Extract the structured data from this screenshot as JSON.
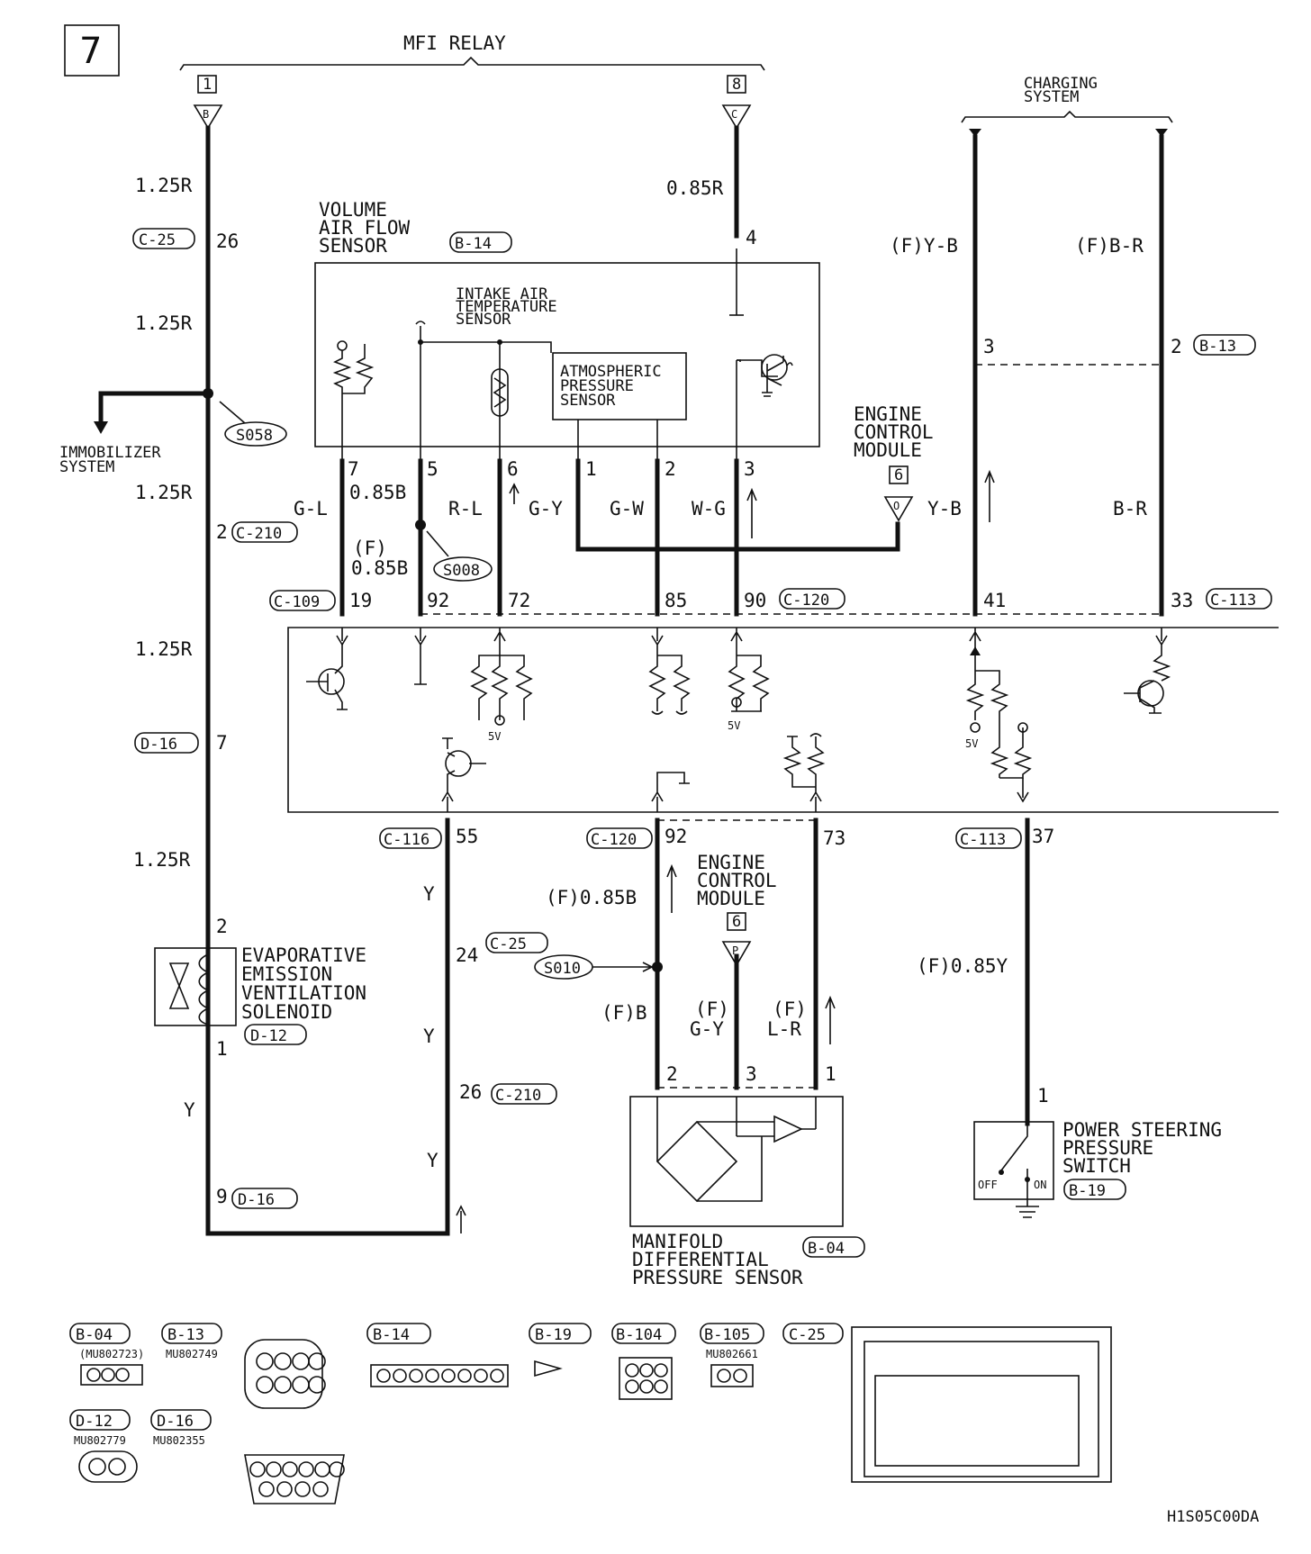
{
  "page": {
    "page_number": "7",
    "doc_code": "H1S05C00DA"
  },
  "headers": {
    "mfi_relay": "MFI RELAY",
    "mfi_pin1": "1",
    "mfi_pin8": "8",
    "mfi_pin_b": "B",
    "mfi_pin_c": "C",
    "charging_line1": "CHARGING",
    "charging_line2": "SYSTEM"
  },
  "wires": {
    "w_125r_1": "1.25R",
    "w_125r_2": "1.25R",
    "w_125r_3": "1.25R",
    "w_125r_4": "1.25R",
    "w_125r_5": "1.25R",
    "w_085r": "0.85R",
    "w_fyb": "(F)Y-B",
    "w_fbr": "(F)B-R",
    "w_gl": "G-L",
    "w_085b": "0.85B",
    "w_f": "(F)",
    "w_085b2": "0.85B",
    "w_rl": "R-L",
    "w_gy": "G-Y",
    "w_gw": "G-W",
    "w_wg": "W-G",
    "w_yb": "Y-B",
    "w_br": "B-R",
    "w_y1": "Y",
    "w_y2": "Y",
    "w_y3": "Y",
    "w_y4": "Y",
    "w_f085b": "(F)0.85B",
    "w_fb": "(F)B",
    "w_fgy_a": "(F)",
    "w_fgy_b": "G-Y",
    "w_flr_a": "(F)",
    "w_flr_b": "L-R",
    "w_f085y": "(F)0.85Y"
  },
  "connectors": {
    "c25": "C-25",
    "c25_pin": "26",
    "b14": "B-14",
    "vaf_pin4": "4",
    "b13": "B-13",
    "b13_pin2": "2",
    "b13_pin3": "3",
    "c210": "C-210",
    "c210_pin": "2",
    "c109": "C-109",
    "c109_pin": "19",
    "pin92": "92",
    "pin72": "72",
    "pin85": "85",
    "c120": "C-120",
    "pin90": "90",
    "pin41": "41",
    "pin33": "33",
    "c113": "C-113",
    "d16": "D-16",
    "d16_pin": "7",
    "c116": "C-116",
    "pin55": "55",
    "c120b": "C-120",
    "pin92b": "92",
    "pin73": "73",
    "c113b": "C-113",
    "pin37": "37",
    "sol_pin2": "2",
    "sol_pin1": "1",
    "d12": "D-12",
    "c25b": "C-25",
    "pin24": "24",
    "pin26": "26",
    "c210b": "C-210",
    "d16b": "D-16",
    "pin9": "9",
    "mdp_pin2": "2",
    "mdp_pin3": "3",
    "mdp_pin1": "1",
    "psw_pin1": "1",
    "b04": "B-04",
    "b19": "B-19",
    "vaf_p7": "7",
    "vaf_p5": "5",
    "vaf_p6": "6",
    "vaf_p1": "1",
    "vaf_p2": "2",
    "vaf_p3": "3"
  },
  "splices": {
    "s058": "S058",
    "s008": "S008",
    "s010": "S010"
  },
  "components": {
    "vaf_1": "VOLUME",
    "vaf_2": "AIR FLOW",
    "vaf_3": "SENSOR",
    "iat_1": "INTAKE AIR",
    "iat_2": "TEMPERATURE",
    "iat_3": "SENSOR",
    "aps_1": "ATMOSPHERIC",
    "aps_2": "PRESSURE",
    "aps_3": "SENSOR",
    "ecm_1": "ENGINE",
    "ecm_2": "CONTROL",
    "ecm_3": "MODULE",
    "ecm_pin": "6",
    "ecm_o": "O",
    "ecm2_1": "ENGINE",
    "ecm2_2": "CONTROL",
    "ecm2_3": "MODULE",
    "ecm2_pin": "6",
    "ecm2_p": "P",
    "immo_1": "IMMOBILIZER",
    "immo_2": "SYSTEM",
    "evap_1": "EVAPORATIVE",
    "evap_2": "EMISSION",
    "evap_3": "VENTILATION",
    "evap_4": "SOLENOID",
    "mdp_1": "MANIFOLD",
    "mdp_2": "DIFFERENTIAL",
    "mdp_3": "PRESSURE SENSOR",
    "ps_1": "POWER STEERING",
    "ps_2": "PRESSURE",
    "ps_3": "SWITCH",
    "ps_off": "OFF",
    "ps_on": "ON",
    "v5_1": "5V",
    "v5_2": "5V",
    "v5_3": "5V"
  },
  "legend": {
    "b04": "B-04",
    "b04_part": "(MU802723)",
    "b13": "B-13",
    "b13_part": "MU802749",
    "b14": "B-14",
    "b19": "B-19",
    "b104": "B-104",
    "b105": "B-105",
    "b105_part": "MU802661",
    "c25": "C-25",
    "d12": "D-12",
    "d12_part": "MU802779",
    "d16": "D-16",
    "d16_part": "MU802355"
  }
}
